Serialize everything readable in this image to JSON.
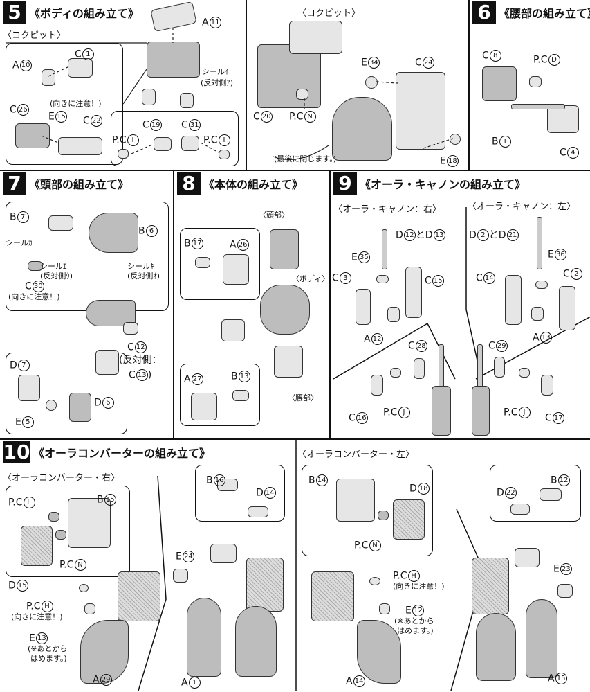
{
  "steps": {
    "s5": {
      "num": "5",
      "title": "《ボディの組み立て》",
      "cockpit_sub": "〈コクピット〉",
      "cockpit_sub2": "〈コクピット〉",
      "labels": {
        "a11": "A",
        "c1": "C",
        "a10": "A",
        "seal_i": "シール",
        "seal_i_note": "(反対側",
        "caution": "(向きに注意！)",
        "c26": "C",
        "e15": "E",
        "c22": "C",
        "pci_a": "P.C",
        "c19": "C",
        "c31": "C",
        "pci_b": "P.C",
        "e34": "E",
        "c24": "C",
        "c20": "C",
        "pcn": "P.C",
        "last": "(最後に閉じます。)",
        "e18": "E"
      }
    },
    "s6": {
      "num": "6",
      "title": "《腰部の組み立て》",
      "labels": {
        "c8": "C",
        "pcd": "P.C",
        "b1": "B",
        "c4": "C"
      }
    },
    "s7": {
      "num": "7",
      "title": "《頭部の組み立て》",
      "labels": {
        "b7": "B",
        "b6": "B",
        "seal_ka": "シール",
        "seal_e": "シール",
        "seal_e_note": "(反対側",
        "c30": "C",
        "caution": "(向きに注意！)",
        "seal_ki": "シール",
        "seal_ki_note": "(反対側",
        "c12": "C",
        "c12_note": "(反対側：",
        "c13": "C",
        "d7": "D",
        "d6": "D",
        "e5": "E"
      }
    },
    "s8": {
      "num": "8",
      "title": "《本体の組み立て》",
      "labels": {
        "head": "〈頭部〉",
        "body": "〈ボディ〉",
        "waist": "〈腰部〉",
        "b17": "B",
        "a26": "A",
        "a27": "A",
        "b13": "B"
      }
    },
    "s9": {
      "num": "9",
      "title": "《オーラ・キャノンの組み立て》",
      "right_sub": "〈オーラ・キャノン：右〉",
      "left_sub": "〈オーラ・キャノン：左〉",
      "labels": {
        "d12d13": "D",
        "and": "と",
        "e35": "E",
        "c3": "C",
        "c15": "C",
        "a12": "A",
        "c28": "C",
        "c16": "C",
        "pcj_a": "P.C",
        "d2d21": "D",
        "e36": "E",
        "c14": "C",
        "c2": "C",
        "a13": "A",
        "c29": "C",
        "pcj_b": "P.C",
        "c17": "C"
      }
    },
    "s10": {
      "num": "10",
      "title": "《オーラコンバーターの組み立て》",
      "right_sub": "〈オーラコンバーター・右〉",
      "left_sub": "〈オーラコンバーター・左〉",
      "labels": {
        "pcl": "P.C",
        "b15": "B",
        "pcn_a": "P.C",
        "d15": "D",
        "pch_a": "P.C",
        "caution_a": "(向きに注意！)",
        "e13": "E",
        "later_a": "(※あとから",
        "later_a2": "はめます。)",
        "a29": "A",
        "b16": "B",
        "d14": "D",
        "e24": "E",
        "a1": "A",
        "b14": "B",
        "d18": "D",
        "pcn_b": "P.C",
        "pch_b": "P.C",
        "caution_b": "(向きに注意！)",
        "e12": "E",
        "later_b": "(※あとから",
        "later_b2": "はめます。)",
        "a14": "A",
        "b12": "B",
        "d22": "D",
        "e23": "E",
        "a15": "A"
      }
    }
  },
  "circled": {
    "11": "11",
    "1": "1",
    "10": "10",
    "26": "26",
    "15": "15",
    "22": "22",
    "19": "19",
    "31": "31",
    "34": "34",
    "24": "24",
    "20": "20",
    "18": "18",
    "8": "8",
    "4": "4",
    "7": "7",
    "6": "6",
    "30": "30",
    "12": "12",
    "13": "13",
    "5": "5",
    "17": "17",
    "27": "27",
    "35": "35",
    "3": "3",
    "28": "28",
    "16": "16",
    "2": "2",
    "21": "21",
    "36": "36",
    "14": "14",
    "29": "29",
    "23": "23"
  },
  "letters": {
    "i": "ｲ",
    "a": "ｱ",
    "I": "I",
    "N": "N",
    "D": "D",
    "ka": "ｶ",
    "e": "ｴ",
    "u": "ｳ",
    "ki": "ｷ",
    "o": "ｵ",
    "J": "J",
    "L": "L",
    "H": "H"
  }
}
